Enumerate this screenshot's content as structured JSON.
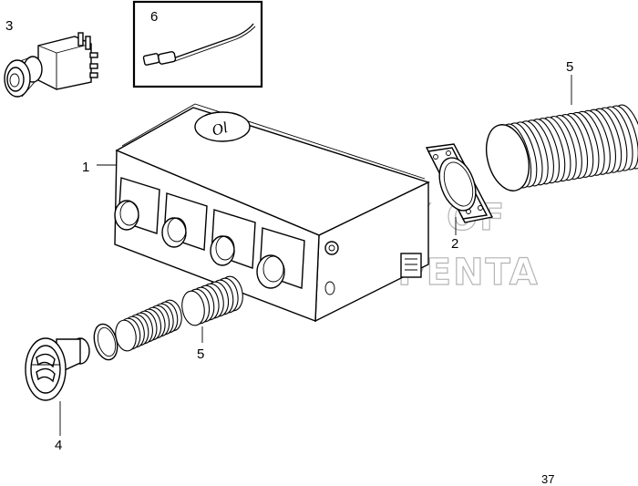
{
  "callouts": {
    "c1": "1",
    "c2": "2",
    "c3": "3",
    "c4": "4",
    "c5a": "5",
    "c5b": "5",
    "c6": "6"
  },
  "page_number": "37",
  "watermark": {
    "line1": "PROPERTY OF",
    "line2": "VOLVO PENTA"
  },
  "parts": [
    {
      "ref": "1",
      "icon": "heater-unit-icon"
    },
    {
      "ref": "2",
      "icon": "flange-gasket-icon"
    },
    {
      "ref": "3",
      "icon": "control-switch-icon"
    },
    {
      "ref": "4",
      "icon": "air-outlet-nozzle-icon"
    },
    {
      "ref": "5",
      "icon": "flexible-duct-icon"
    },
    {
      "ref": "6",
      "icon": "wire-connector-icon"
    }
  ]
}
